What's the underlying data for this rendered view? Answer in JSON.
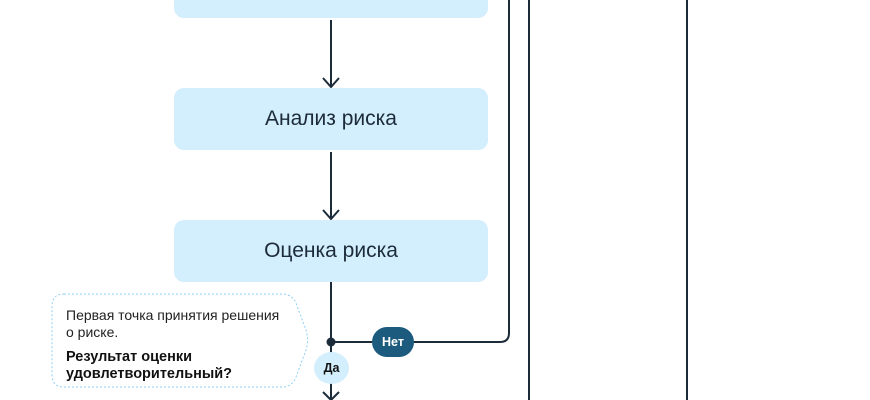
{
  "steps": [
    {
      "label": ""
    },
    {
      "label": "Анализ риска"
    },
    {
      "label": "Оценка риска"
    }
  ],
  "note": {
    "text": "Первая точка принятия решения о риске.",
    "question": "Результат оценки удовлетворительный?"
  },
  "branches": {
    "no": "Нет",
    "yes": "Да"
  },
  "colors": {
    "box": "#d3eefd",
    "line": "#1c2b3a",
    "no": "#1d5b7e",
    "yes": "#d3eefd"
  }
}
